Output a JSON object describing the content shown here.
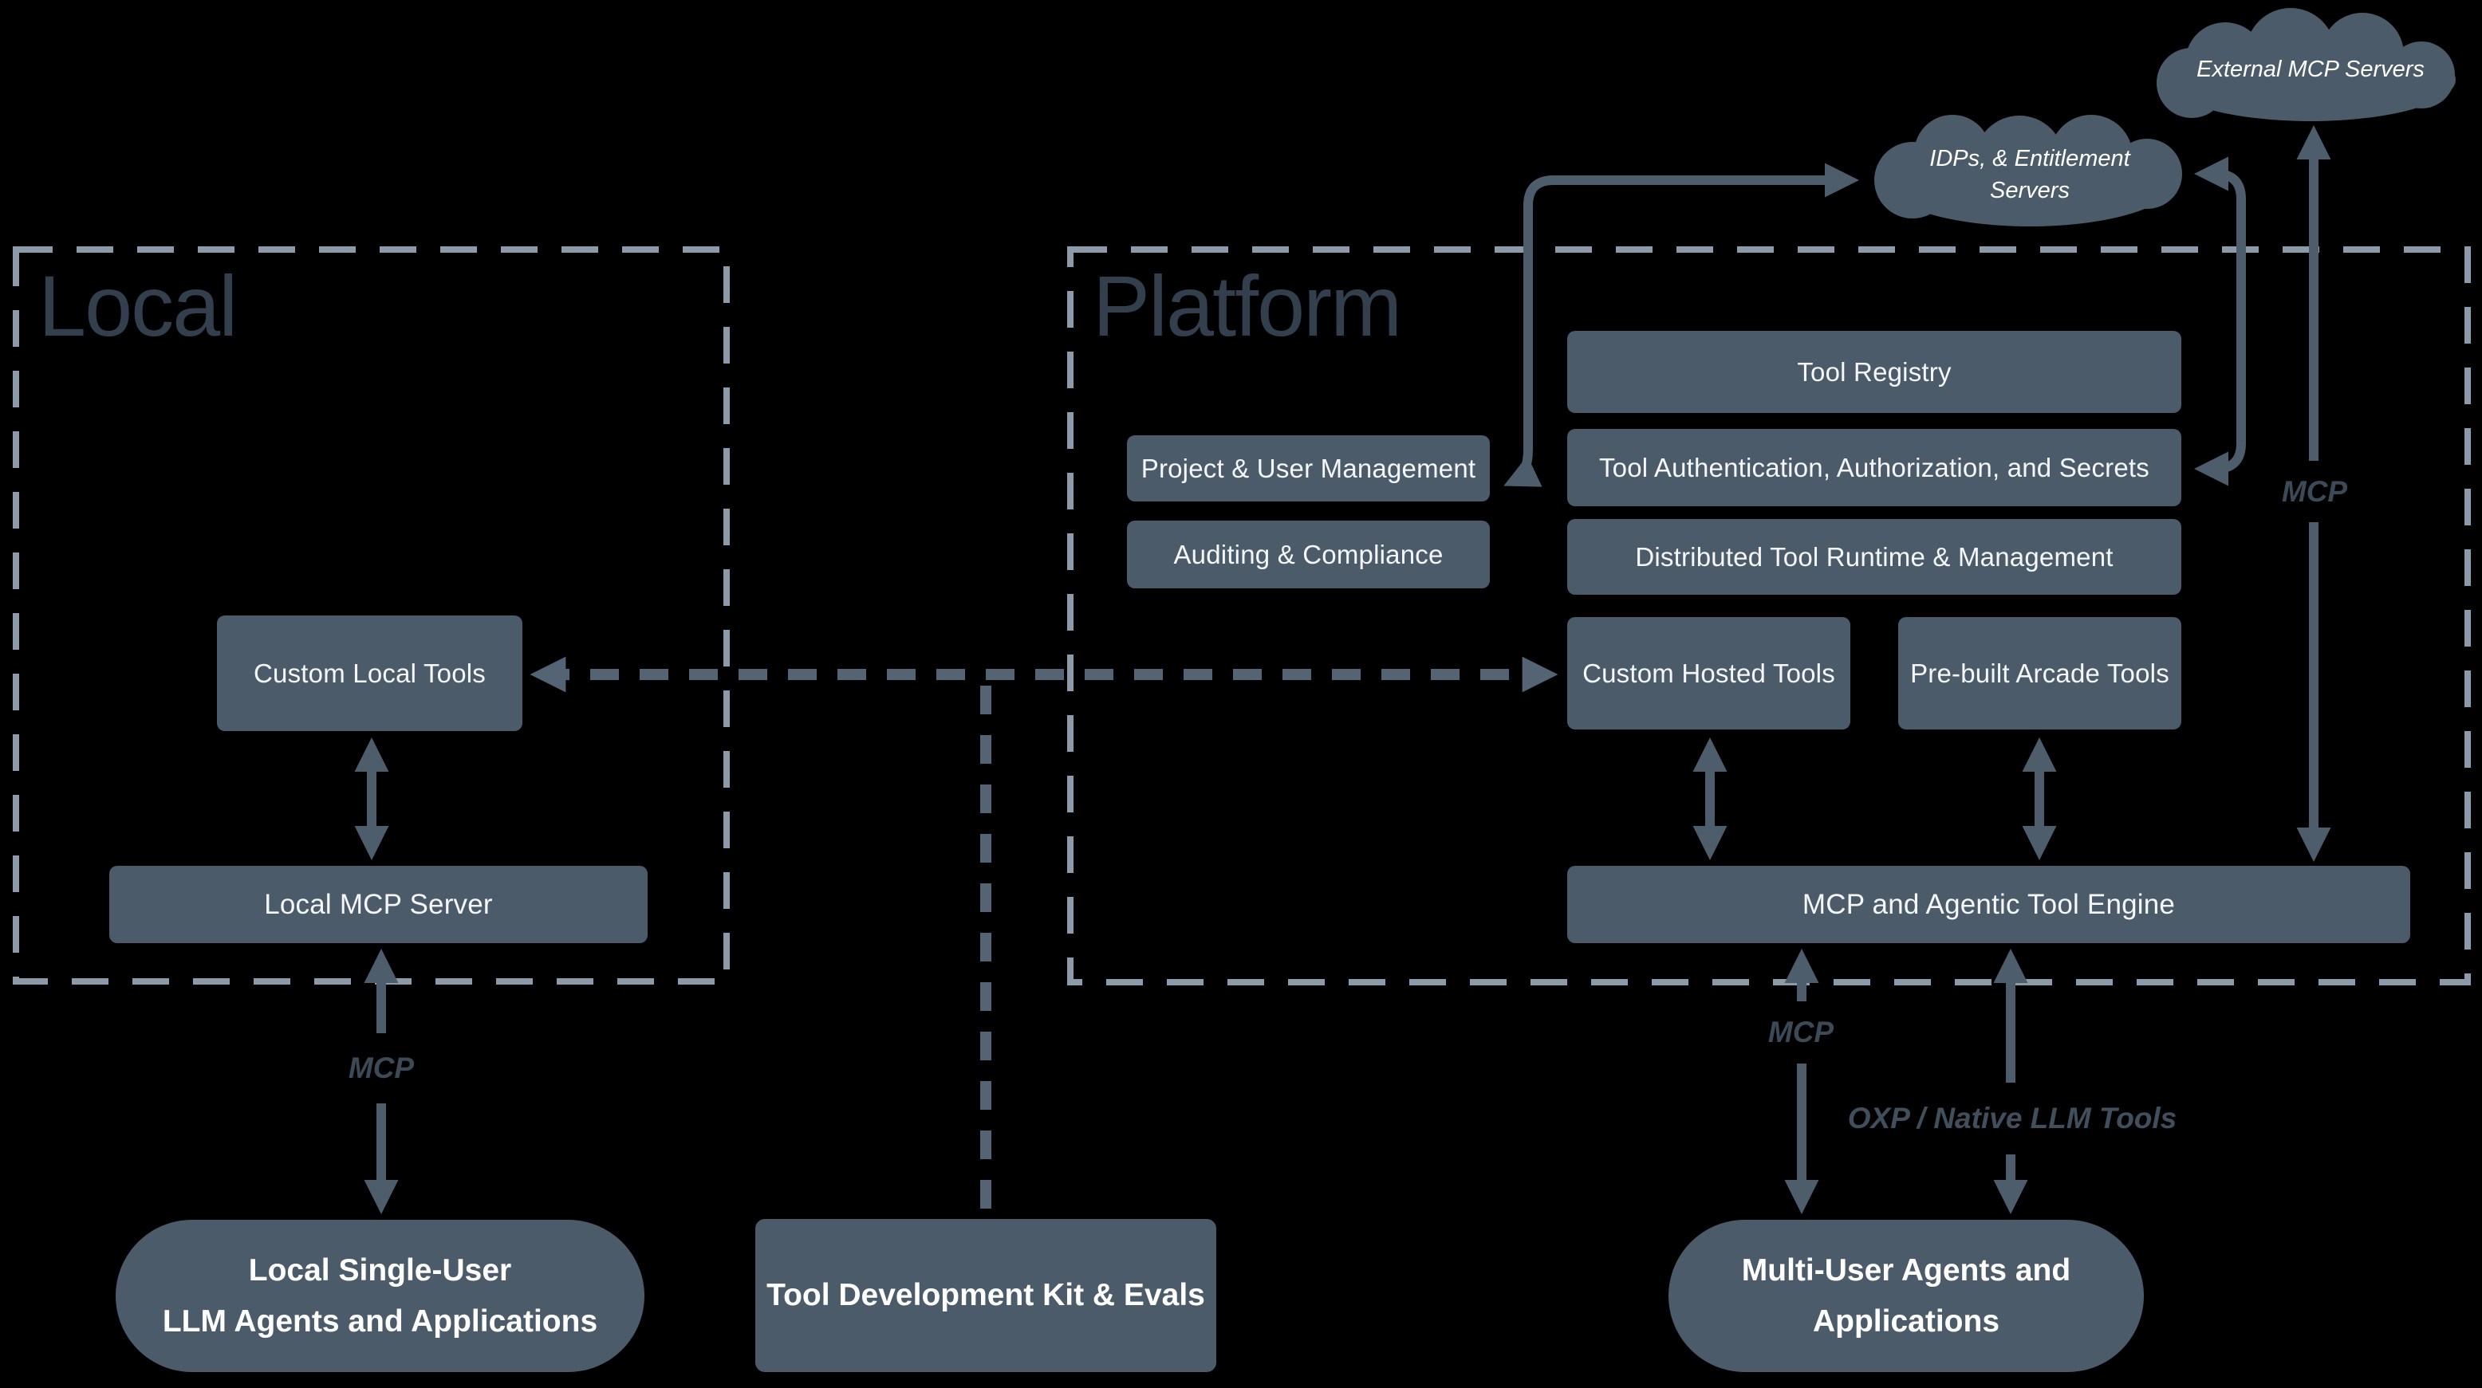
{
  "regions": {
    "local": {
      "title": "Local",
      "custom_local_tools": "Custom Local Tools",
      "local_mcp_server": "Local MCP Server"
    },
    "platform": {
      "title": "Platform",
      "tool_registry": "Tool Registry",
      "project_user_management": "Project & User Management",
      "tool_auth": "Tool Authentication, Authorization, and Secrets",
      "auditing_compliance": "Auditing & Compliance",
      "distributed_runtime": "Distributed Tool Runtime & Management",
      "custom_hosted_tools": "Custom Hosted Tools",
      "prebuilt_arcade_tools": "Pre-built Arcade Tools",
      "mcp_engine": "MCP and Agentic Tool Engine"
    }
  },
  "clouds": {
    "external_mcp_servers": "External MCP Servers",
    "idps_line1": "IDPs, & Entitlement",
    "idps_line2": "Servers"
  },
  "bottom": {
    "local_agents_line1": "Local Single-User",
    "local_agents_line2": "LLM Agents and Applications",
    "tool_dev_kit": "Tool Development Kit & Evals",
    "multi_user_line1": "Multi-User Agents and",
    "multi_user_line2": "Applications"
  },
  "labels": {
    "mcp_local": "MCP",
    "mcp_platform": "MCP",
    "mcp_external": "MCP",
    "oxp": "OXP / Native LLM Tools"
  },
  "colors": {
    "background": "#000000",
    "box_fill": "#4B5B69",
    "region_border": "#8C9AAA",
    "arrow": "#4D5D6B",
    "dashed_connector": "#546474",
    "region_title": "#333F4C",
    "protocol_label": "#3C4A57",
    "box_text": "#F4F6F8"
  }
}
